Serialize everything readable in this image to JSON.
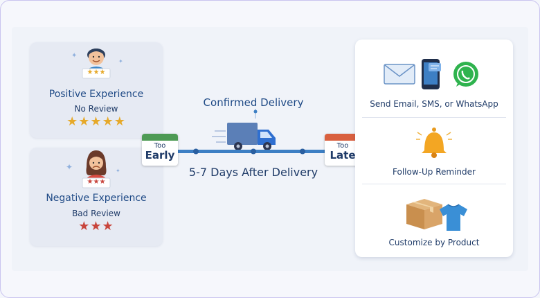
{
  "positive_card": {
    "title": "Positive Experience",
    "subtitle": "No Review",
    "stars": "★★★★★",
    "sign_stars": "★★★",
    "star_color": "#e6a92a"
  },
  "negative_card": {
    "title": "Negative Experience",
    "subtitle": "Bad Review",
    "stars": "★★★",
    "sign_stars": "★★★",
    "star_color": "#c8453c"
  },
  "timeline": {
    "title": "Confirmed Delivery",
    "subtitle": "5-7 Days After Delivery",
    "early": {
      "small": "Too",
      "big": "Early",
      "header_color": "#4d9a54"
    },
    "late": {
      "small": "Too",
      "big": "Late",
      "header_color": "#d9603f"
    },
    "line_color": "#3d7fc4"
  },
  "actions": {
    "send": "Send Email, SMS, or WhatsApp",
    "reminder": "Follow-Up Reminder",
    "customize": "Customize by Product"
  },
  "icons": [
    "person-happy-icon",
    "person-sad-icon",
    "truck-icon",
    "calendar-icon",
    "email-icon",
    "phone-sms-icon",
    "whatsapp-icon",
    "bell-icon",
    "box-icon",
    "tshirt-icon"
  ]
}
